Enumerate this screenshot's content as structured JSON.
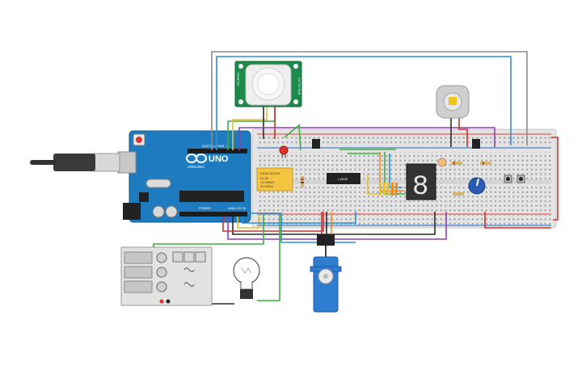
{
  "arduino": {
    "brand": "UNO",
    "maker": "ARDUINO",
    "digital_label": "DIGITAL (PWM ~)",
    "power_label": "POWER",
    "analog_label": "ANALOG IN"
  },
  "pir": {
    "left_text": "HC-SR501",
    "right_text": "OUT 5V GND"
  },
  "relay": {
    "line1": "KS2E-M-DC5",
    "line2": "DC 5V",
    "line3": "1A 125VAC",
    "line4": "2A 30VDC"
  },
  "ic": {
    "label": "L293D"
  },
  "seven_segment": {
    "digit": "8"
  },
  "function_generator": {
    "left_digits": [
      "",
      "",
      ""
    ]
  },
  "colors": {
    "arduino_blue": "#1f7bbf",
    "breadboard": "#e3e3e3",
    "wire_red": "#d92b2b",
    "wire_black": "#2a2a2a",
    "wire_green": "#3fae3f",
    "wire_purple": "#8e3fb3",
    "wire_blue": "#2a8fcf",
    "wire_gray": "#8a8a8a",
    "wire_yellow": "#e6c02d",
    "wire_orange": "#f08a1e",
    "servo_blue": "#2f7dd1",
    "pir_green": "#1b8a4a",
    "relay_yellow": "#f4c542",
    "led_red": "#e0312f"
  }
}
